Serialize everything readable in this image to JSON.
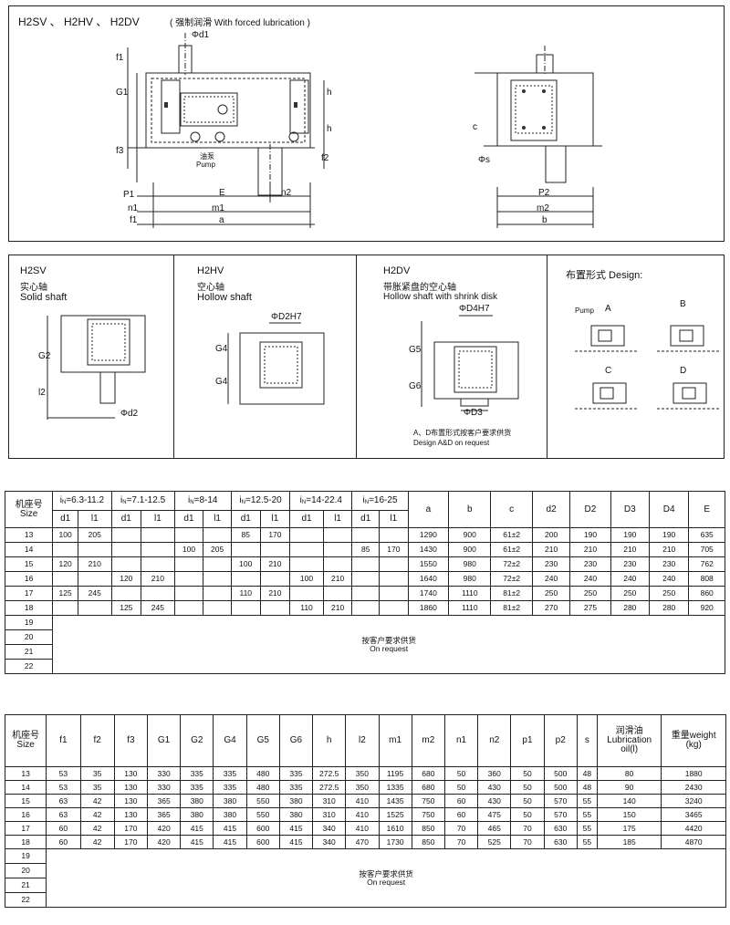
{
  "top": {
    "title": "H2SV 、 H2HV 、 H2DV",
    "subtitle": "( 强制润滑 With forced lubrication )",
    "d1": "Φd1",
    "pump_cn": "油泵",
    "pump_en": "Pump",
    "dims_left": [
      "f1",
      "G1",
      "f3",
      "h",
      "h",
      "f2",
      "n2",
      "E",
      "P1",
      "m1",
      "n1",
      "a",
      "f1"
    ],
    "dims_right": [
      "c",
      "Φs",
      "P2",
      "m2",
      "b"
    ]
  },
  "panels": {
    "h2sv": {
      "title": "H2SV",
      "cn": "实心轴",
      "en": "Solid shaft",
      "g2": "G2",
      "l2": "l2",
      "d2": "Φd2"
    },
    "h2hv": {
      "title": "H2HV",
      "cn": "空心轴",
      "en": "Hollow shaft",
      "D2": "ΦD2H7",
      "g4a": "G4",
      "g4b": "G4"
    },
    "h2dv": {
      "title": "H2DV",
      "cn": "带胀紧盘的空心轴",
      "en": "Hollow shaft with shrink disk",
      "D4": "ΦD4H7",
      "D3": "ΦD3",
      "g5": "G5",
      "g6": "G6",
      "note_cn": "A、D布置形式按客户要求供货",
      "note_en": "Design A&D on request"
    },
    "design": {
      "title": "布置形式 Design:",
      "pump": "Pump",
      "A": "A",
      "B": "B",
      "C": "C",
      "D": "D"
    }
  },
  "table1": {
    "size_cn": "机座号",
    "size_en": "Size",
    "groups": [
      {
        "pre": "i",
        "sub": "N",
        "val": "=6.3-11.2"
      },
      {
        "pre": "i",
        "sub": "N",
        "val": "=7.1-12.5"
      },
      {
        "pre": "i",
        "sub": "N",
        "val": "=8-14"
      },
      {
        "pre": "i",
        "sub": "N",
        "val": "=12.5-20"
      },
      {
        "pre": "i",
        "sub": "N",
        "val": "=14-22.4"
      },
      {
        "pre": "i",
        "sub": "N",
        "val": "=16-25"
      }
    ],
    "subcols": [
      "d1",
      "l1"
    ],
    "right_cols": [
      "a",
      "b",
      "c",
      "d2",
      "D2",
      "D3",
      "D4",
      "E"
    ],
    "rows": [
      {
        "size": "13",
        "g": [
          [
            "100",
            "205"
          ],
          [
            "",
            ""
          ],
          [
            "",
            ""
          ],
          [
            "85",
            "170"
          ],
          [
            "",
            ""
          ],
          [
            "",
            ""
          ]
        ],
        "r": [
          "1290",
          "900",
          "61±2",
          "200",
          "190",
          "190",
          "190",
          "635"
        ]
      },
      {
        "size": "14",
        "g": [
          [
            "",
            ""
          ],
          [
            "",
            ""
          ],
          [
            "100",
            "205"
          ],
          [
            "",
            ""
          ],
          [
            "",
            ""
          ],
          [
            "85",
            "170"
          ]
        ],
        "r": [
          "1430",
          "900",
          "61±2",
          "210",
          "210",
          "210",
          "210",
          "705"
        ]
      },
      {
        "size": "15",
        "g": [
          [
            "120",
            "210"
          ],
          [
            "",
            ""
          ],
          [
            "",
            ""
          ],
          [
            "100",
            "210"
          ],
          [
            "",
            ""
          ],
          [
            "",
            ""
          ]
        ],
        "r": [
          "1550",
          "980",
          "72±2",
          "230",
          "230",
          "230",
          "230",
          "762"
        ]
      },
      {
        "size": "16",
        "g": [
          [
            "",
            ""
          ],
          [
            "120",
            "210"
          ],
          [
            "",
            ""
          ],
          [
            "",
            ""
          ],
          [
            "100",
            "210"
          ],
          [
            "",
            ""
          ]
        ],
        "r": [
          "1640",
          "980",
          "72±2",
          "240",
          "240",
          "240",
          "240",
          "808"
        ]
      },
      {
        "size": "17",
        "g": [
          [
            "125",
            "245"
          ],
          [
            "",
            ""
          ],
          [
            "",
            ""
          ],
          [
            "110",
            "210"
          ],
          [
            "",
            ""
          ],
          [
            "",
            ""
          ]
        ],
        "r": [
          "1740",
          "1110",
          "81±2",
          "250",
          "250",
          "250",
          "250",
          "860"
        ]
      },
      {
        "size": "18",
        "g": [
          [
            "",
            ""
          ],
          [
            "125",
            "245"
          ],
          [
            "",
            ""
          ],
          [
            "",
            ""
          ],
          [
            "110",
            "210"
          ],
          [
            "",
            ""
          ]
        ],
        "r": [
          "1860",
          "1110",
          "81±2",
          "270",
          "275",
          "280",
          "280",
          "920"
        ]
      }
    ],
    "request_sizes": [
      "19",
      "20",
      "21",
      "22"
    ],
    "request_cn": "按客户要求供货",
    "request_en": "On request"
  },
  "table2": {
    "size_cn": "机座号",
    "size_en": "Size",
    "cols": [
      "f1",
      "f2",
      "f3",
      "G1",
      "G2",
      "G4",
      "G5",
      "G6",
      "h",
      "l2",
      "m1",
      "m2",
      "n1",
      "n2",
      "p1",
      "p2",
      "s"
    ],
    "oil_cn": "润滑油",
    "oil_en1": "Lubrication",
    "oil_en2": "oil(l)",
    "weight_cn": "重量weight",
    "weight_en": "(kg)",
    "rows": [
      {
        "size": "13",
        "v": [
          "53",
          "35",
          "130",
          "330",
          "335",
          "335",
          "480",
          "335",
          "272.5",
          "350",
          "1195",
          "680",
          "50",
          "360",
          "50",
          "500",
          "48",
          "80",
          "1880"
        ]
      },
      {
        "size": "14",
        "v": [
          "53",
          "35",
          "130",
          "330",
          "335",
          "335",
          "480",
          "335",
          "272.5",
          "350",
          "1335",
          "680",
          "50",
          "430",
          "50",
          "500",
          "48",
          "90",
          "2430"
        ]
      },
      {
        "size": "15",
        "v": [
          "63",
          "42",
          "130",
          "365",
          "380",
          "380",
          "550",
          "380",
          "310",
          "410",
          "1435",
          "750",
          "60",
          "430",
          "50",
          "570",
          "55",
          "140",
          "3240"
        ]
      },
      {
        "size": "16",
        "v": [
          "63",
          "42",
          "130",
          "365",
          "380",
          "380",
          "550",
          "380",
          "310",
          "410",
          "1525",
          "750",
          "60",
          "475",
          "50",
          "570",
          "55",
          "150",
          "3465"
        ]
      },
      {
        "size": "17",
        "v": [
          "60",
          "42",
          "170",
          "420",
          "415",
          "415",
          "600",
          "415",
          "340",
          "410",
          "1610",
          "850",
          "70",
          "465",
          "70",
          "630",
          "55",
          "175",
          "4420"
        ]
      },
      {
        "size": "18",
        "v": [
          "60",
          "42",
          "170",
          "420",
          "415",
          "415",
          "600",
          "415",
          "340",
          "470",
          "1730",
          "850",
          "70",
          "525",
          "70",
          "630",
          "55",
          "185",
          "4870"
        ]
      }
    ],
    "request_sizes": [
      "19",
      "20",
      "21",
      "22"
    ],
    "request_cn": "按客户要求供货",
    "request_en": "On request"
  }
}
